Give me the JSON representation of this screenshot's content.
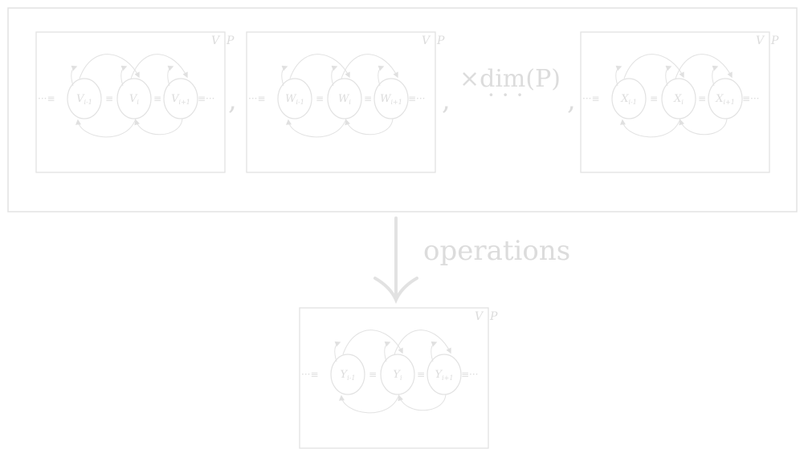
{
  "diagram": {
    "panels": [
      {
        "id": "V",
        "nodes": [
          "V_{i-1}",
          "V_i",
          "V_{i+1}"
        ]
      },
      {
        "id": "W",
        "nodes": [
          "W_{i-1}",
          "W_i",
          "W_{i+1}"
        ]
      },
      {
        "id": "X",
        "nodes": [
          "X_{i-1}",
          "X_i",
          "X_{i+1}"
        ]
      }
    ],
    "result_panel": {
      "id": "Y",
      "nodes": [
        "Y_{i-1}",
        "Y_i",
        "Y_{i+1}"
      ]
    },
    "corner_labels": {
      "v": "V",
      "p": "P"
    },
    "separator": "≡",
    "ellipsis": "···",
    "comma": ",",
    "dim_label": "×dim(P)",
    "dots": "· · ·",
    "arrow_label": "operations",
    "colors": {
      "line": "#e2e2e2",
      "text": "#dcdcdc",
      "background": "#ffffff"
    }
  }
}
